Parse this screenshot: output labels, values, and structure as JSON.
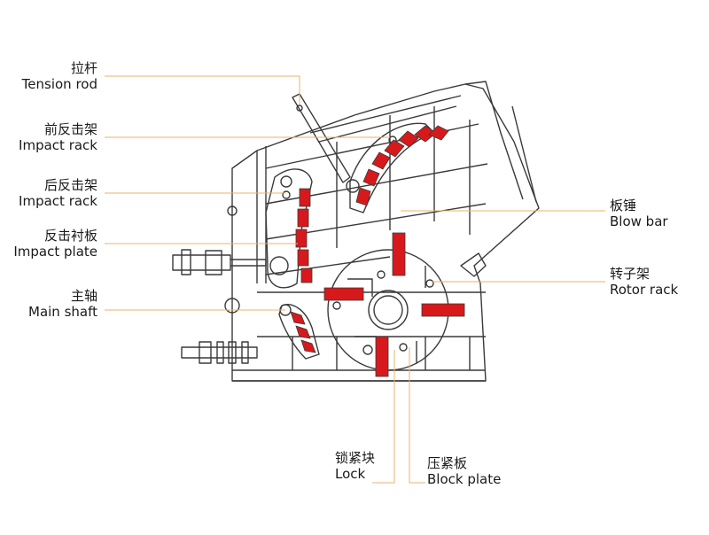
{
  "labels": {
    "tension_rod": {
      "zh": "拉杆",
      "en": "Tension rod"
    },
    "front_impact_rack": {
      "zh": "前反击架",
      "en": "Impact rack"
    },
    "rear_impact_rack": {
      "zh": "后反击架",
      "en": "Impact rack"
    },
    "impact_plate": {
      "zh": "反击衬板",
      "en": "Impact plate"
    },
    "main_shaft": {
      "zh": "主轴",
      "en": "Main shaft"
    },
    "blow_bar": {
      "zh": "板锤",
      "en": "Blow bar"
    },
    "rotor_rack": {
      "zh": "转子架",
      "en": "Rotor rack"
    },
    "lock": {
      "zh": "锁紧块",
      "en": "Lock"
    },
    "block_plate": {
      "zh": "压紧板",
      "en": "Block plate"
    }
  },
  "colors": {
    "line": "#3a3a3a",
    "leader": "#e8b36a",
    "wear_parts": "#d7191c",
    "text": "#1a1a1a"
  }
}
